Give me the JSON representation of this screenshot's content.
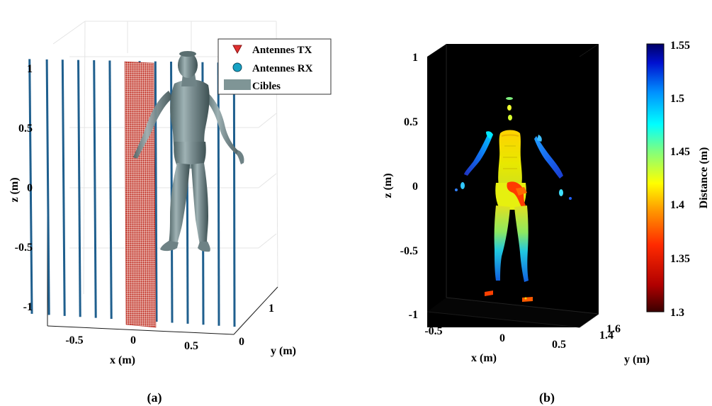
{
  "chart_data": [
    {
      "type": "scatter",
      "panel": "(a)",
      "xlabel": "x (m)",
      "ylabel": "y (m)",
      "zlabel": "z (m)",
      "x_ticks": [
        "-0.5",
        "0",
        "0.5"
      ],
      "y_ticks": [
        "0",
        "1"
      ],
      "z_ticks": [
        "1",
        "0.5",
        "0",
        "-0.5",
        "-1"
      ],
      "xlim": [
        -0.7,
        0.7
      ],
      "ylim": [
        0,
        1.4
      ],
      "zlim": [
        -1.1,
        1.1
      ],
      "grid": true,
      "legend_position": "top-right",
      "legend": [
        {
          "name": "Antennes TX",
          "color": "#d62728"
        },
        {
          "name": "Antennes RX",
          "color": "#17a2c4"
        },
        {
          "name": "Cibles",
          "color": "#7f9596"
        }
      ],
      "rx_lines_x": [
        -0.65,
        -0.54,
        -0.44,
        -0.34,
        -0.24,
        -0.14,
        0.05,
        0.15,
        0.25,
        0.35,
        0.45,
        0.55,
        0.65
      ],
      "rx_z_range": [
        -1.05,
        1.05
      ],
      "tx_x_range": [
        -0.1,
        0.14
      ],
      "tx_z_range": [
        -1.05,
        1.05
      ],
      "colors": {
        "rx": "#1f5f8e",
        "tx": "#c0392b",
        "target": "#7d9093"
      }
    },
    {
      "type": "scatter",
      "panel": "(b)",
      "xlabel": "x (m)",
      "ylabel": "y (m)",
      "zlabel": "z (m)",
      "x_ticks": [
        "-0.5",
        "0",
        "0.5"
      ],
      "y_ticks": [
        "1.4",
        "1.6"
      ],
      "z_ticks": [
        "1",
        "0.5",
        "0",
        "-0.5",
        "-1"
      ],
      "xlim": [
        -0.6,
        0.6
      ],
      "zlim": [
        -1,
        1
      ],
      "colorbar": {
        "label": "Distance (m)",
        "ticks": [
          "1.55",
          "1.5",
          "1.45",
          "1.4",
          "1.35",
          "1.3"
        ],
        "range": [
          1.3,
          1.55
        ],
        "colormap": "jet"
      },
      "background": "#000000"
    }
  ],
  "captions": {
    "a": "(a)",
    "b": "(b)"
  }
}
